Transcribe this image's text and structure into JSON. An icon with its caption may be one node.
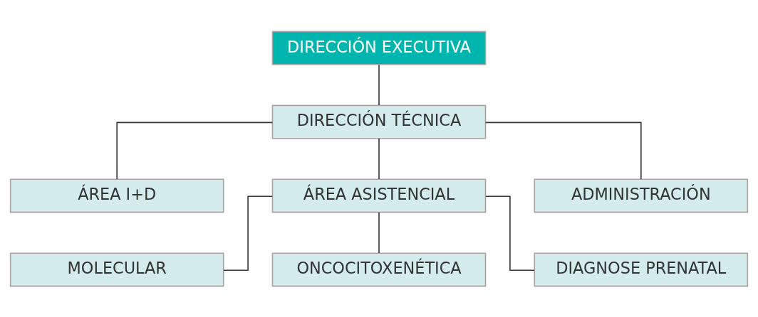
{
  "diagram": {
    "nodes": [
      {
        "text": [
          "DIRECCIÓN EXECUTIVA"
        ]
      },
      {
        "text": [
          "DIRECCIÓN TÉCNICA"
        ]
      },
      {
        "text": [
          "ÁREA I+D"
        ]
      },
      {
        "text": [
          "ÁREA ASISTENCIAL"
        ]
      },
      {
        "text": [
          "ADMINISTRACIÓN"
        ]
      },
      {
        "text": [
          "MOLECULAR"
        ]
      },
      {
        "text": [
          "ONCOCITOXENÉTICA"
        ]
      },
      {
        "text": [
          "DIAGNOSE PRENATAL"
        ]
      }
    ],
    "edges": [
      {
        "from": 0,
        "to": 1,
        "arrow": "none"
      },
      {
        "from": 1,
        "to": 2,
        "arrow": "none"
      },
      {
        "from": 1,
        "to": 3,
        "arrow": "none"
      },
      {
        "from": 1,
        "to": 4,
        "arrow": "none"
      },
      {
        "from": 3,
        "to": 5,
        "arrow": "none"
      },
      {
        "from": 3,
        "to": 6,
        "arrow": "none"
      },
      {
        "from": 3,
        "to": 7,
        "arrow": "none"
      }
    ]
  }
}
